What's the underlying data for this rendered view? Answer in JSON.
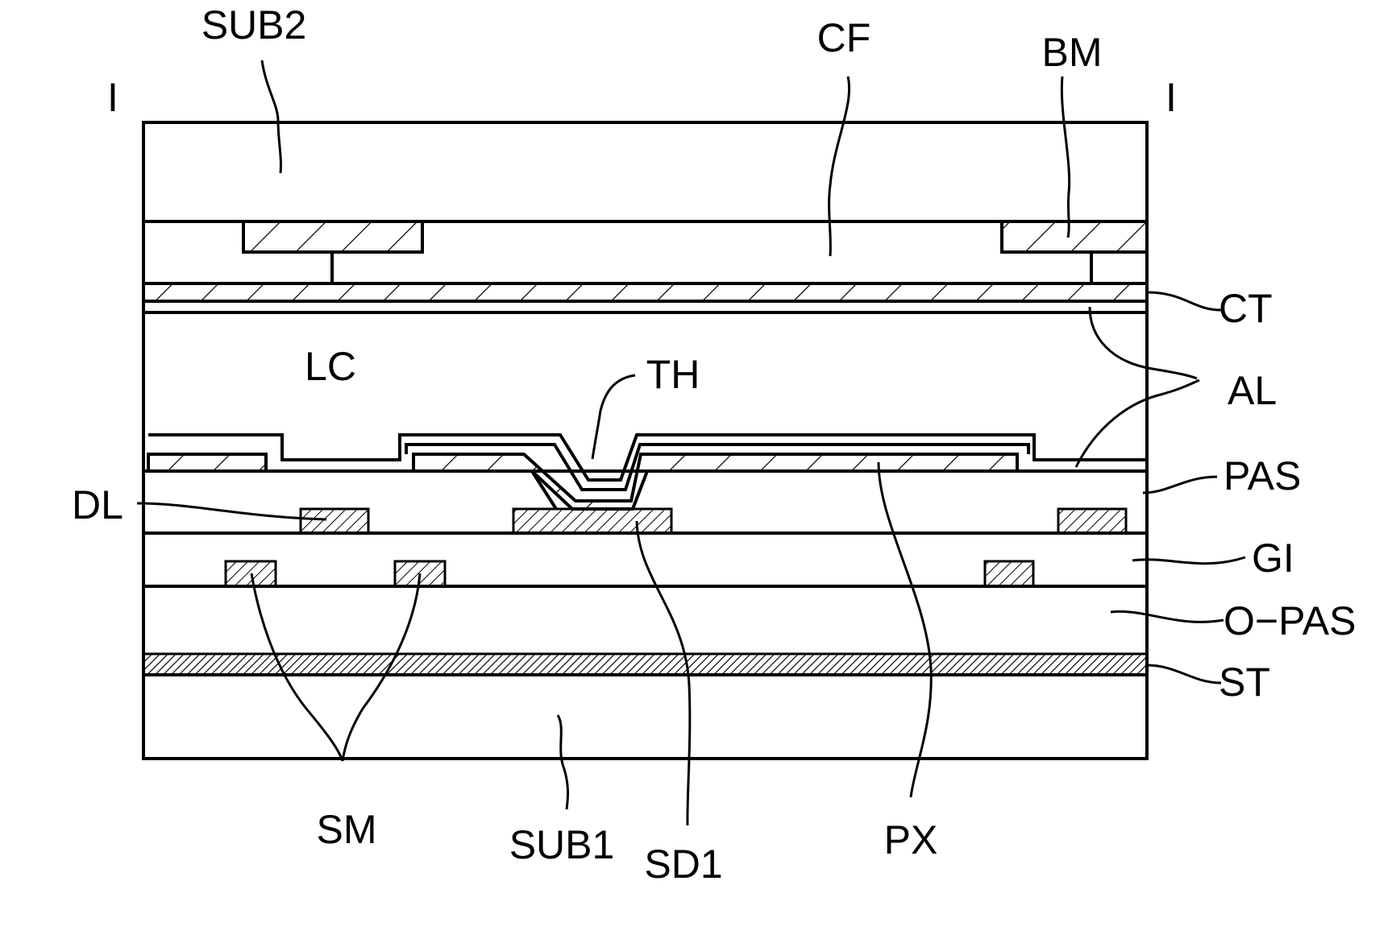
{
  "labels": {
    "i_left": "I",
    "i_right": "I",
    "sub2": "SUB2",
    "cf": "CF",
    "bm": "BM",
    "ct": "CT",
    "lc": "LC",
    "th": "TH",
    "al": "AL",
    "pas": "PAS",
    "dl": "DL",
    "gi": "GI",
    "o_pas": "O−PAS",
    "st": "ST",
    "sm": "SM",
    "sub1": "SUB1",
    "sd1": "SD1",
    "px": "PX"
  },
  "colors": {
    "line": "#000000",
    "background": "#ffffff"
  }
}
